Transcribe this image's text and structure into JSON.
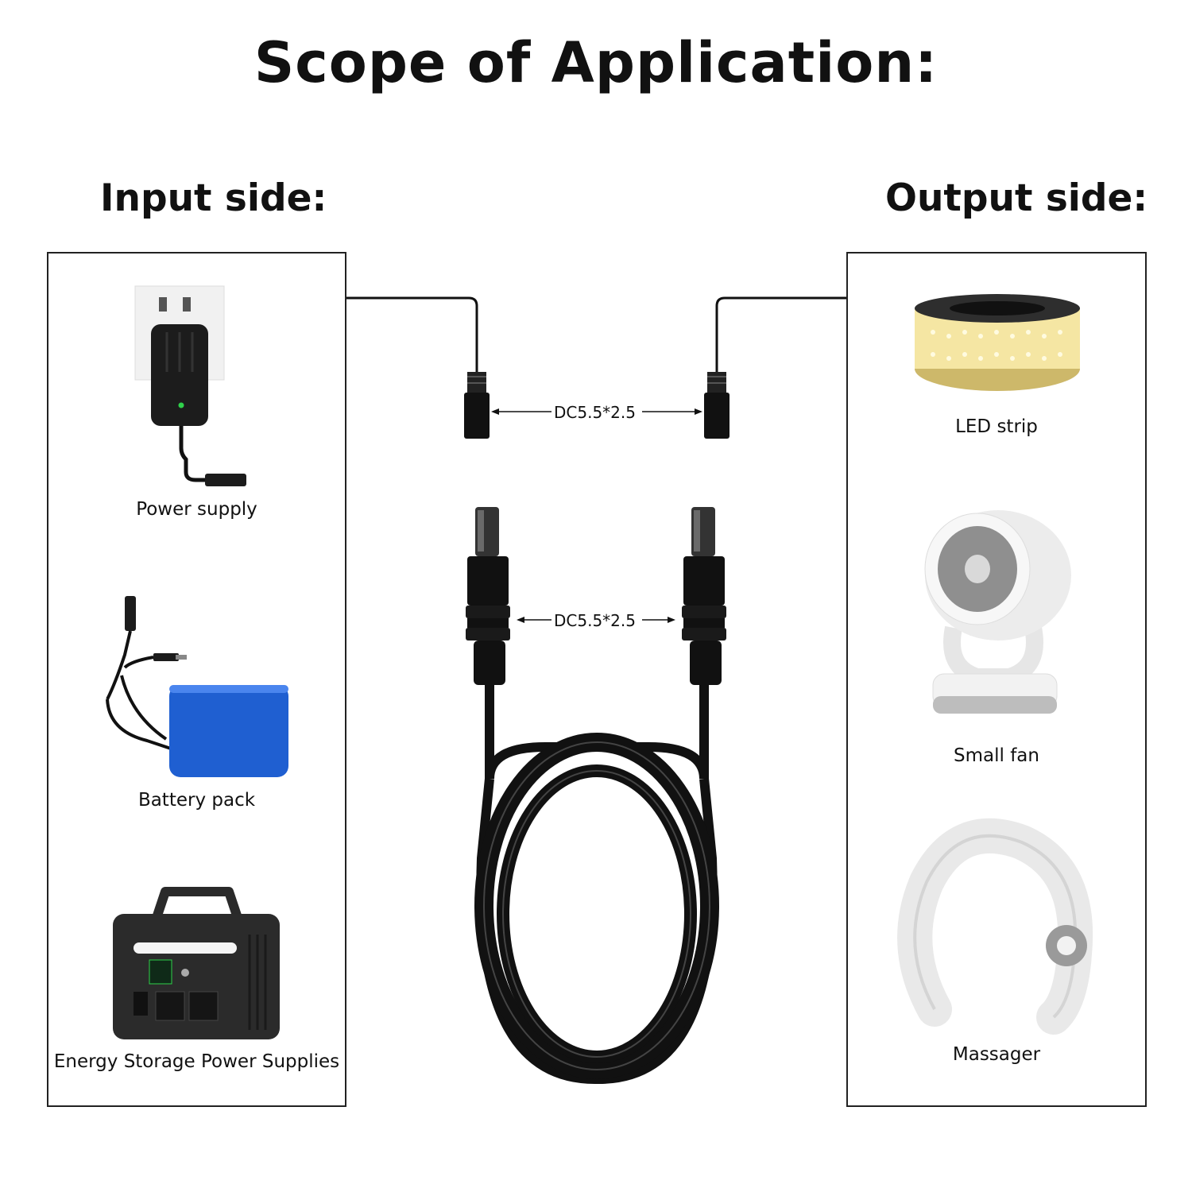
{
  "title": "Scope of Application:",
  "input_side": {
    "heading": "Input side:",
    "items": [
      {
        "label": "Power supply"
      },
      {
        "label": "Battery pack"
      },
      {
        "label": "Energy Storage Power Supplies"
      }
    ]
  },
  "output_side": {
    "heading": "Output side:",
    "items": [
      {
        "label": "LED strip"
      },
      {
        "label": "Small fan"
      },
      {
        "label": "Massager"
      }
    ]
  },
  "cable": {
    "female_dim": "DC5.5*2.5",
    "male_dim": "DC5.5*2.5"
  },
  "colors": {
    "cable": "#111111",
    "battery": "#1f5fd1",
    "led": "#f5e6a3"
  }
}
